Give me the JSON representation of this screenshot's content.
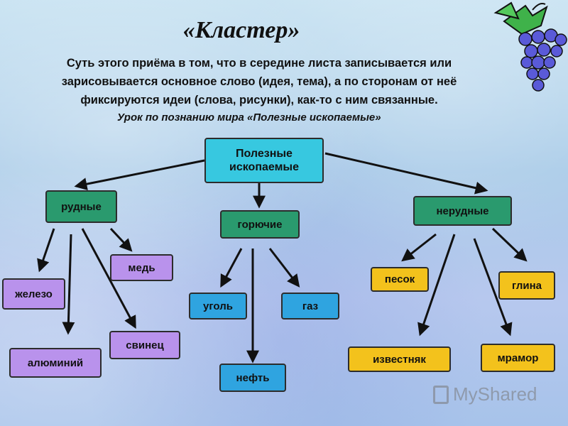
{
  "header": {
    "title": "«Кластер»",
    "description_lines": [
      "Суть этого приёма в том, что в середине листа записывается или",
      "зарисовывается основное слово (идея, тема), а по сторонам от неё",
      "фиксируются идеи (слова, рисунки), как-то с ним связанные."
    ],
    "subtitle": "Урок  по познанию мира «Полезные ископаемые»"
  },
  "cluster": {
    "root": "Полезные ископаемые",
    "branches": {
      "ore": {
        "label": "рудные",
        "children": [
          "медь",
          "железо",
          "алюминий",
          "свинец"
        ]
      },
      "fuel": {
        "label": "горючие",
        "children": [
          "уголь",
          "газ",
          "нефть"
        ]
      },
      "nonore": {
        "label": "нерудные",
        "children": [
          "песок",
          "глина",
          "известняк",
          "мрамор"
        ]
      }
    }
  },
  "colors": {
    "root": "#37c8e0",
    "branch": "#2a9a6e",
    "ore_leaf": "#b992ec",
    "fuel_leaf": "#2fa4e0",
    "nonore_leaf": "#f3c21c"
  },
  "decor": {
    "corner_image": "grapes-icon",
    "watermark": "MyShared"
  }
}
